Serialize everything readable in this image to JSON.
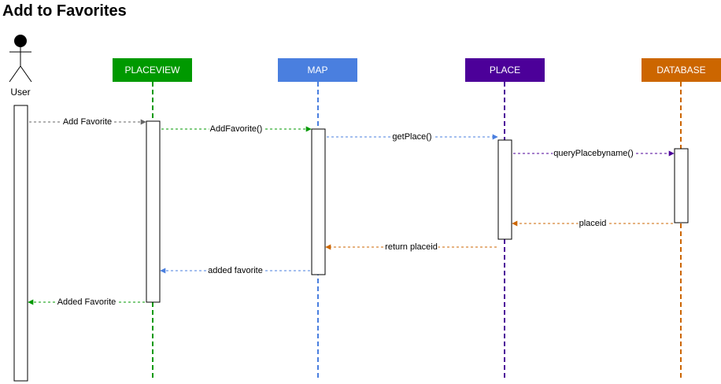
{
  "title": "Add to Favorites",
  "actor": {
    "label": "User"
  },
  "participants": [
    {
      "id": "placeview",
      "label": "PLACEVIEW",
      "color": "#009900"
    },
    {
      "id": "map",
      "label": "MAP",
      "color": "#4a7fdf"
    },
    {
      "id": "place",
      "label": "PLACE",
      "color": "#4c0099"
    },
    {
      "id": "database",
      "label": "DATABASE",
      "color": "#cc6600"
    }
  ],
  "messages": [
    {
      "label": "Add Favorite",
      "from": "user",
      "to": "placeview",
      "color": "#666666"
    },
    {
      "label": "AddFavorite()",
      "from": "placeview",
      "to": "map",
      "color": "#009900"
    },
    {
      "label": "getPlace()",
      "from": "map",
      "to": "place",
      "color": "#4a7fdf"
    },
    {
      "label": "queryPlacebyname()",
      "from": "place",
      "to": "database",
      "color": "#4c0099"
    },
    {
      "label": "placeid",
      "from": "database",
      "to": "place",
      "color": "#cc6600"
    },
    {
      "label": "return placeid",
      "from": "place",
      "to": "map",
      "color": "#cc6600"
    },
    {
      "label": "added favorite",
      "from": "map",
      "to": "placeview",
      "color": "#4a7fdf"
    },
    {
      "label": "Added Favorite",
      "from": "placeview",
      "to": "user",
      "color": "#009900"
    }
  ]
}
